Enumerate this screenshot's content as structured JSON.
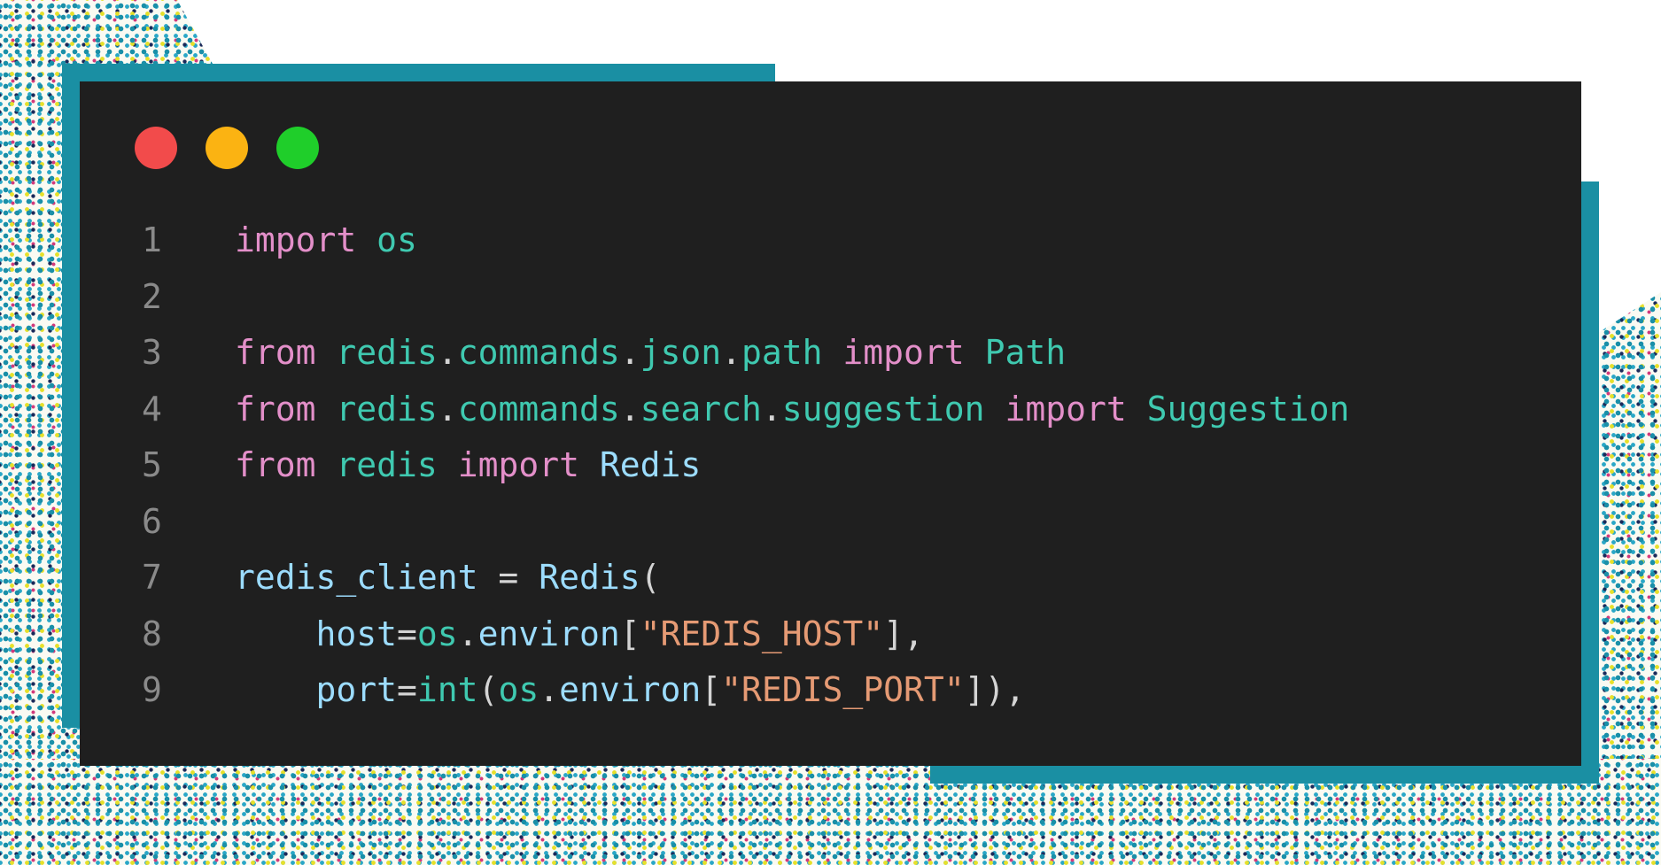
{
  "window": {
    "colors": {
      "close": "#f24b4b",
      "minimize": "#fbb312",
      "maximize": "#1fce2a"
    }
  },
  "code": {
    "lines": [
      {
        "num": "1",
        "tokens": [
          [
            "import",
            "kw"
          ],
          [
            " ",
            "pun"
          ],
          [
            "os",
            "mod"
          ]
        ]
      },
      {
        "num": "2",
        "tokens": []
      },
      {
        "num": "3",
        "tokens": [
          [
            "from",
            "kw"
          ],
          [
            " ",
            "pun"
          ],
          [
            "redis",
            "mod"
          ],
          [
            ".",
            "pun"
          ],
          [
            "commands",
            "mod"
          ],
          [
            ".",
            "pun"
          ],
          [
            "json",
            "mod"
          ],
          [
            ".",
            "pun"
          ],
          [
            "path",
            "mod"
          ],
          [
            " ",
            "pun"
          ],
          [
            "import",
            "kw"
          ],
          [
            " ",
            "pun"
          ],
          [
            "Path",
            "mod"
          ]
        ]
      },
      {
        "num": "4",
        "tokens": [
          [
            "from",
            "kw"
          ],
          [
            " ",
            "pun"
          ],
          [
            "redis",
            "mod"
          ],
          [
            ".",
            "pun"
          ],
          [
            "commands",
            "mod"
          ],
          [
            ".",
            "pun"
          ],
          [
            "search",
            "mod"
          ],
          [
            ".",
            "pun"
          ],
          [
            "suggestion",
            "mod"
          ],
          [
            " ",
            "pun"
          ],
          [
            "import",
            "kw"
          ],
          [
            " ",
            "pun"
          ],
          [
            "Suggestion",
            "mod"
          ]
        ]
      },
      {
        "num": "5",
        "tokens": [
          [
            "from",
            "kw"
          ],
          [
            " ",
            "pun"
          ],
          [
            "redis",
            "mod"
          ],
          [
            " ",
            "pun"
          ],
          [
            "import",
            "kw"
          ],
          [
            " ",
            "pun"
          ],
          [
            "Redis",
            "cls"
          ]
        ]
      },
      {
        "num": "6",
        "tokens": []
      },
      {
        "num": "7",
        "tokens": [
          [
            "redis_client",
            "var"
          ],
          [
            " = ",
            "pun"
          ],
          [
            "Redis",
            "cls"
          ],
          [
            "(",
            "pun"
          ]
        ]
      },
      {
        "num": "8",
        "tokens": [
          [
            "    host",
            "var"
          ],
          [
            "=",
            "pun"
          ],
          [
            "os",
            "mod"
          ],
          [
            ".",
            "pun"
          ],
          [
            "environ",
            "var"
          ],
          [
            "[",
            "pun"
          ],
          [
            "\"REDIS_HOST\"",
            "str"
          ],
          [
            "],",
            "pun"
          ]
        ]
      },
      {
        "num": "9",
        "tokens": [
          [
            "    port",
            "var"
          ],
          [
            "=",
            "pun"
          ],
          [
            "int",
            "mod"
          ],
          [
            "(",
            "pun"
          ],
          [
            "os",
            "mod"
          ],
          [
            ".",
            "pun"
          ],
          [
            "environ",
            "var"
          ],
          [
            "[",
            "pun"
          ],
          [
            "\"REDIS_PORT\"",
            "str"
          ],
          [
            "]),",
            "pun"
          ]
        ]
      }
    ]
  }
}
